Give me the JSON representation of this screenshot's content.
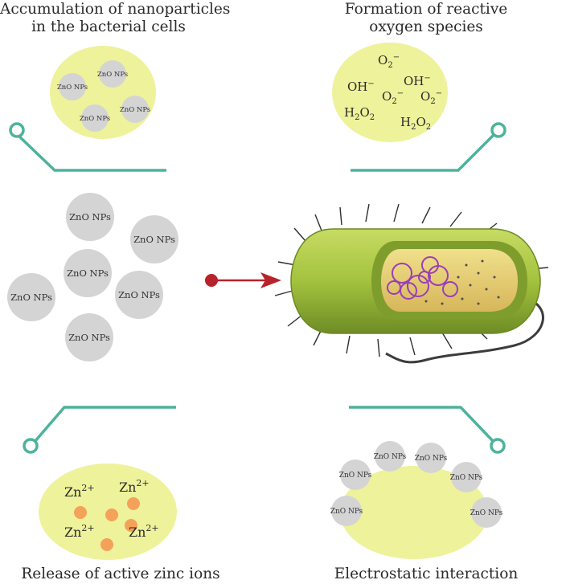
{
  "titles": {
    "top_left": [
      "Accumulation of nanoparticles",
      "in the bacterial cells"
    ],
    "top_right": [
      "Formation of reactive",
      "oxygen species"
    ],
    "bottom_left": "Release of active zinc ions",
    "bottom_right": "Electrostatic interaction"
  },
  "np_label": "ZnO NPs",
  "ros": {
    "base_o2": "O",
    "sub2": "2",
    "minus": "−",
    "oh": "OH",
    "h": "H",
    "o": "O"
  },
  "zinc": {
    "base": "Zn",
    "charge": "2+"
  },
  "colors": {
    "cell_fill": "#eef29a",
    "np_fill": "#d4d4d4",
    "connector": "#4db39a",
    "arrow": "#b8232b",
    "zinc_dot": "#f4a25a"
  }
}
